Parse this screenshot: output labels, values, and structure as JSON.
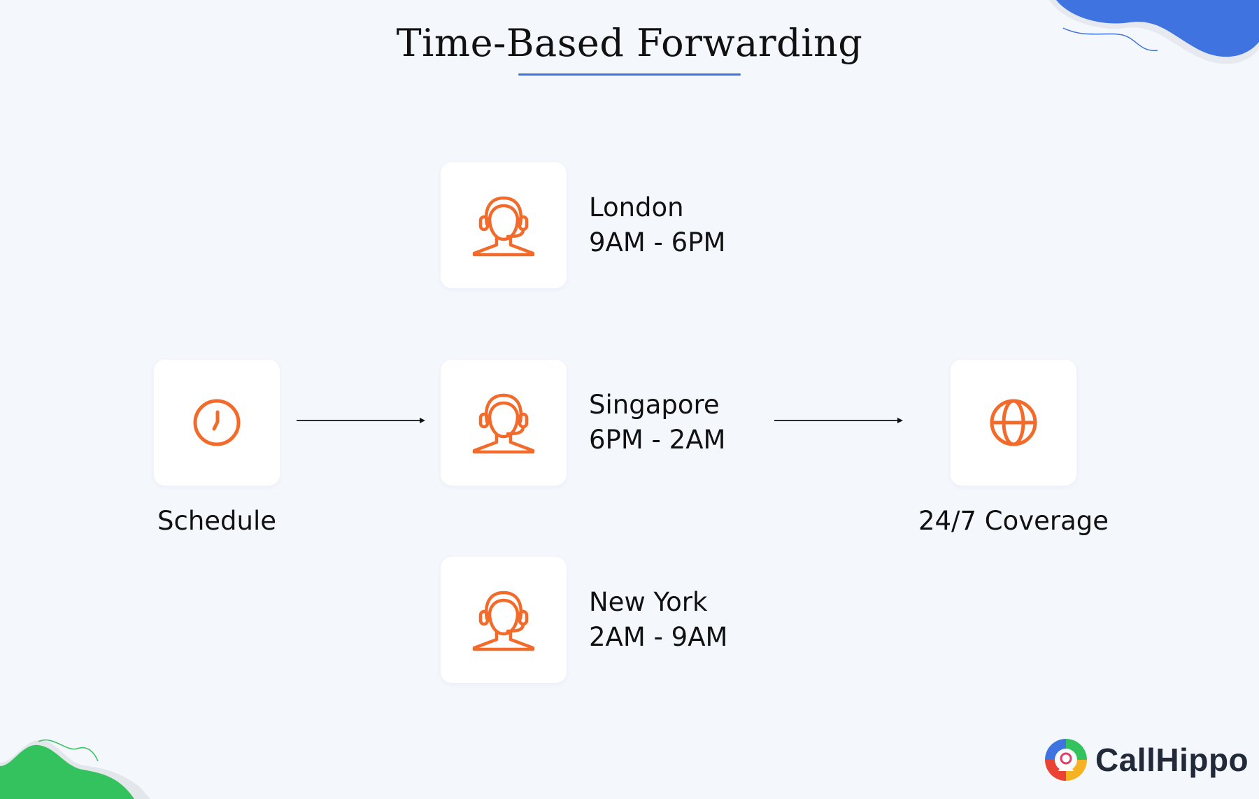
{
  "title": "Time-Based Forwarding",
  "schedule": {
    "label": "Schedule",
    "icon": "clock-icon"
  },
  "locations": [
    {
      "name": "London",
      "hours": "9AM - 6PM",
      "icon": "agent-headset-icon"
    },
    {
      "name": "Singapore",
      "hours": "6PM - 2AM",
      "icon": "agent-headset-icon"
    },
    {
      "name": "New York",
      "hours": "2AM - 9AM",
      "icon": "agent-headset-icon"
    }
  ],
  "coverage": {
    "label": "24/7 Coverage",
    "icon": "globe-icon"
  },
  "brand": {
    "name": "CallHippo"
  },
  "colors": {
    "accent": "#f26b2a",
    "underline": "#3a74e0",
    "background": "#f4f8fd",
    "blob_blue": "#3f74e0",
    "blob_green": "#33c25d"
  }
}
